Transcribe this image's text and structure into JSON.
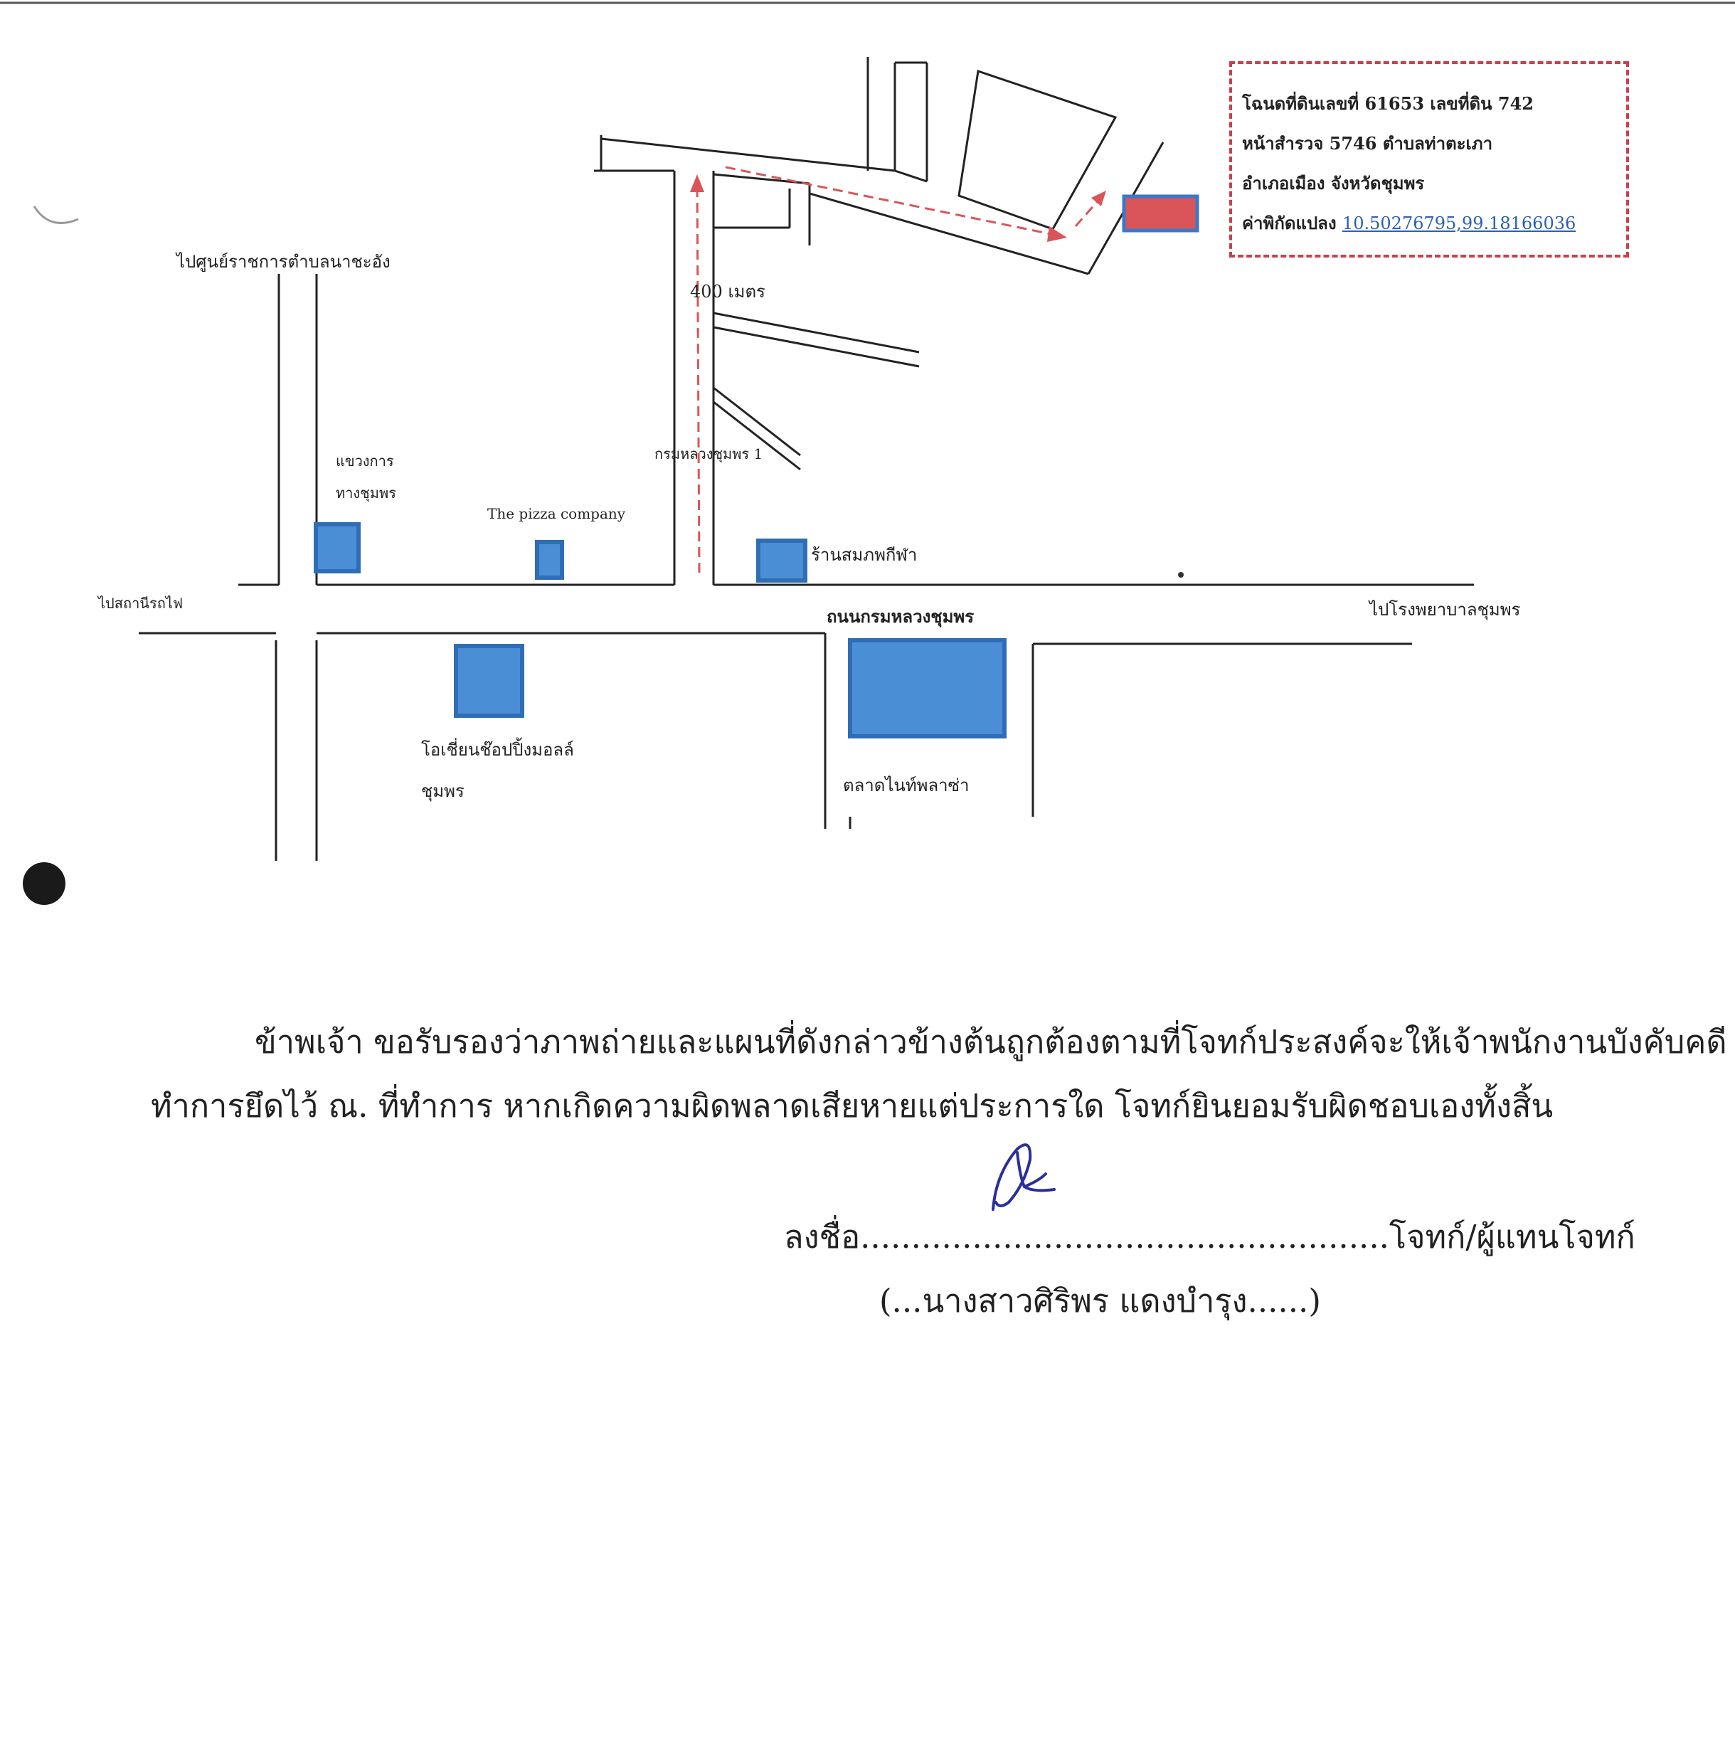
{
  "colors": {
    "road": "#222222",
    "landmark_fill": "#4a8fd6",
    "landmark_border": "#2f6eb5",
    "route": "#d9555a",
    "target_fill": "#d9555a",
    "target_border": "#3c78c8",
    "link": "#2b5fb8",
    "signature_ink": "#2a2f9a"
  },
  "info_box": {
    "line1": "โฉนดที่ดินเลขที่ 61653  เลขที่ดิน  742",
    "line2": "หน้าสำรวจ  5746   ตำบลท่าตะเภา",
    "line3": "อำเภอเมือง     จังหวัดชุมพร",
    "line4_label": "ค่าพิกัดแปลง",
    "line4_coords": "10.50276795,99.18166036"
  },
  "map_labels": {
    "to_government_center": "ไปศูนย์ราชการตำบลนาชะอัง",
    "distance": "400   เมตร",
    "road_name_vertical": "กรมหลวงชุมพร 1",
    "highway_office_1": "แขวงการ",
    "highway_office_2": "ทางชุมพร",
    "pizza": "The pizza company",
    "shop": "ร้านสมภพกีฬา",
    "to_train_station": "ไปสถานีรถไฟ",
    "main_road": "ถนนกรมหลวงชุมพร",
    "to_hospital": "ไปโรงพยาบาลชุมพร",
    "mall_1": "โอเชี่ยนช๊อปปิ้งมอลล์",
    "mall_2": "ชุมพร",
    "night_market": "ตลาดไนท์พลาซ่า"
  },
  "statement": {
    "line1": "ข้าพเจ้า ขอรับรองว่าภาพถ่ายและแผนที่ดังกล่าวข้างต้นถูกต้องตามที่โจทก์ประสงค์จะให้เจ้าพนักงานบังคับคดี",
    "line2": "ทำการยึดไว้ ณ. ที่ทำการ  หากเกิดความผิดพลาดเสียหายแต่ประการใด  โจทก์ยินยอมรับผิดชอบเองทั้งสิ้น"
  },
  "signature": {
    "line": "ลงชื่อ....................................................โจทก์/ผู้แทนโจทก์",
    "name": "(...นางสาวศิริพร  แดงบำรุง......)"
  }
}
